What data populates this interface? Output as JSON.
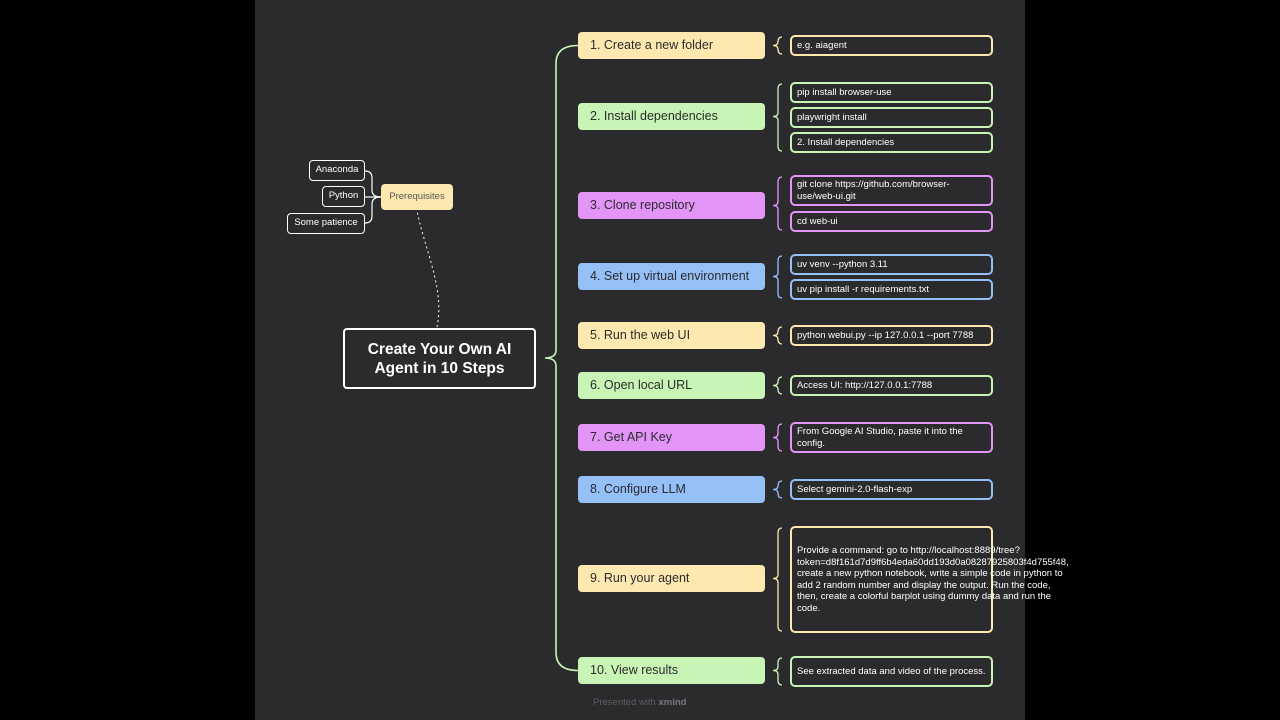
{
  "central_topic": "Create Your Own AI Agent in 10 Steps",
  "prerequisites": {
    "label": "Prerequisites",
    "items": [
      "Anaconda",
      "Python",
      "Some patience"
    ],
    "color": "#fde8b0"
  },
  "steps": [
    {
      "label": "1. Create a new folder",
      "color": "#fde8b0",
      "details": [
        "e.g. aiagent"
      ]
    },
    {
      "label": "2. Install dependencies",
      "color": "#c8f5b5",
      "details": [
        "pip install browser-use",
        "playwright install",
        "2. Install dependencies"
      ]
    },
    {
      "label": "3. Clone repository",
      "color": "#e394f7",
      "details": [
        "git clone https://github.com/browser-use/web-ui.git",
        "cd web-ui"
      ]
    },
    {
      "label": "4. Set up virtual environment",
      "color": "#95bff7",
      "details": [
        "uv venv --python 3.11",
        "uv pip install -r requirements.txt"
      ]
    },
    {
      "label": "5. Run the web UI",
      "color": "#fde8b0",
      "details": [
        "python webui.py --ip 127.0.0.1 --port 7788"
      ]
    },
    {
      "label": "6. Open local URL",
      "color": "#c8f5b5",
      "details": [
        "Access UI: http://127.0.0.1:7788"
      ]
    },
    {
      "label": "7. Get API Key",
      "color": "#e394f7",
      "details": [
        "From Google AI Studio, paste it into the config."
      ]
    },
    {
      "label": "8. Configure LLM",
      "color": "#95bff7",
      "details": [
        "Select gemini-2.0-flash-exp"
      ]
    },
    {
      "label": "9. Run your agent",
      "color": "#fde8b0",
      "details": [
        "Provide a command: go to http://localhost:8889/tree?token=d8f161d7d9ff6b4eda60dd193d0a08287925803f4d755f48, create a new python notebook, write a simple code in python to add 2 random number and display the output. Run the code, then, create a colorful barplot using dummy data and run the code."
      ]
    },
    {
      "label": "10. View results",
      "color": "#c8f5b5",
      "details": [
        "See extracted data and video of the process."
      ]
    }
  ],
  "footer": {
    "prefix": "Presented with",
    "brand": "xmind"
  }
}
